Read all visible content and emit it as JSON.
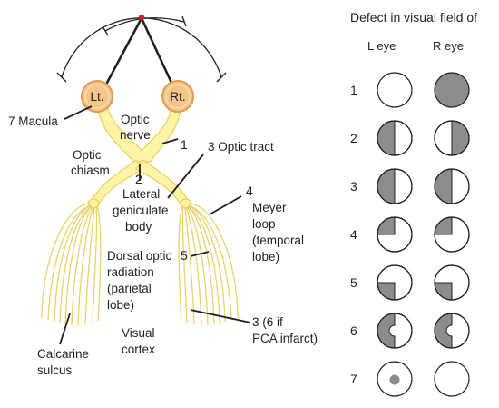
{
  "colors": {
    "optic_pathway_fill": "#fff3a6",
    "optic_pathway_stroke": "#e4c94a",
    "eyeball_fill": "#f6c58a",
    "eyeball_stroke": "#e29a48",
    "field_defect": "#8c8c8c",
    "fixation_point": "#e11b22",
    "line": "#231f20"
  },
  "labels": {
    "macula": "7  Macula",
    "left_eye": "Lt.",
    "right_eye": "Rt.",
    "optic_nerve_1": "Optic",
    "optic_nerve_2": "nerve",
    "num_1": "1",
    "optic_tract": "3  Optic tract",
    "optic_chiasm_1": "Optic",
    "optic_chiasm_2": "chiasm",
    "num_2": "2",
    "lgb_1": "Lateral",
    "lgb_2": "geniculate",
    "lgb_3": "body",
    "num_4": "4",
    "meyer_1": "Meyer",
    "meyer_2": "loop",
    "meyer_3": "(temporal",
    "meyer_4": "lobe)",
    "dorsal_1": "Dorsal optic",
    "dorsal_2": "radiation",
    "dorsal_3": "(parietal",
    "dorsal_4": "lobe)",
    "num_5": "5",
    "visual_cortex_1": "Visual",
    "visual_cortex_2": "cortex",
    "pca_1": "3 (6 if",
    "pca_2": "PCA infarct)",
    "calcarine_1": "Calcarine",
    "calcarine_2": "sulcus"
  },
  "defect_table": {
    "title": "Defect in visual field of",
    "left_eye_header": "L eye",
    "right_eye_header": "R eye",
    "rows": [
      {
        "number": "1",
        "left": "none",
        "right": "full"
      },
      {
        "number": "2",
        "left": "left-half",
        "right": "right-half"
      },
      {
        "number": "3",
        "left": "left-half",
        "right": "left-half"
      },
      {
        "number": "4",
        "left": "upper-left-quadrant",
        "right": "upper-left-quadrant"
      },
      {
        "number": "5",
        "left": "lower-left-quadrant",
        "right": "lower-left-quadrant"
      },
      {
        "number": "6",
        "left": "left-half-macular-sparing",
        "right": "left-half-macular-sparing"
      },
      {
        "number": "7",
        "left": "central-scotoma",
        "right": "none"
      }
    ]
  }
}
